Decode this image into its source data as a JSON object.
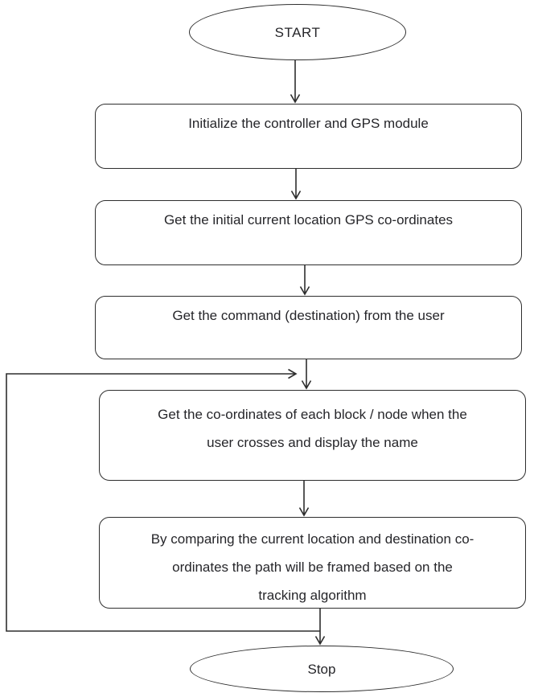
{
  "flowchart": {
    "start": {
      "label": "START"
    },
    "steps": [
      {
        "lines": [
          "Initialize the controller and GPS module"
        ]
      },
      {
        "lines": [
          "Get the initial current location GPS co-ordinates"
        ]
      },
      {
        "lines": [
          "Get the command (destination) from the user"
        ]
      },
      {
        "lines": [
          "Get the co-ordinates of each block / node when the",
          "user crosses and display the name"
        ]
      },
      {
        "lines": [
          "By comparing the current location and destination co-",
          "ordinates the path will be framed based on the",
          "tracking algorithm"
        ]
      }
    ],
    "stop": {
      "label": "Stop"
    },
    "colors": {
      "line": "#2e2e2e",
      "text": "#26262a",
      "background": "#ffffff"
    }
  }
}
